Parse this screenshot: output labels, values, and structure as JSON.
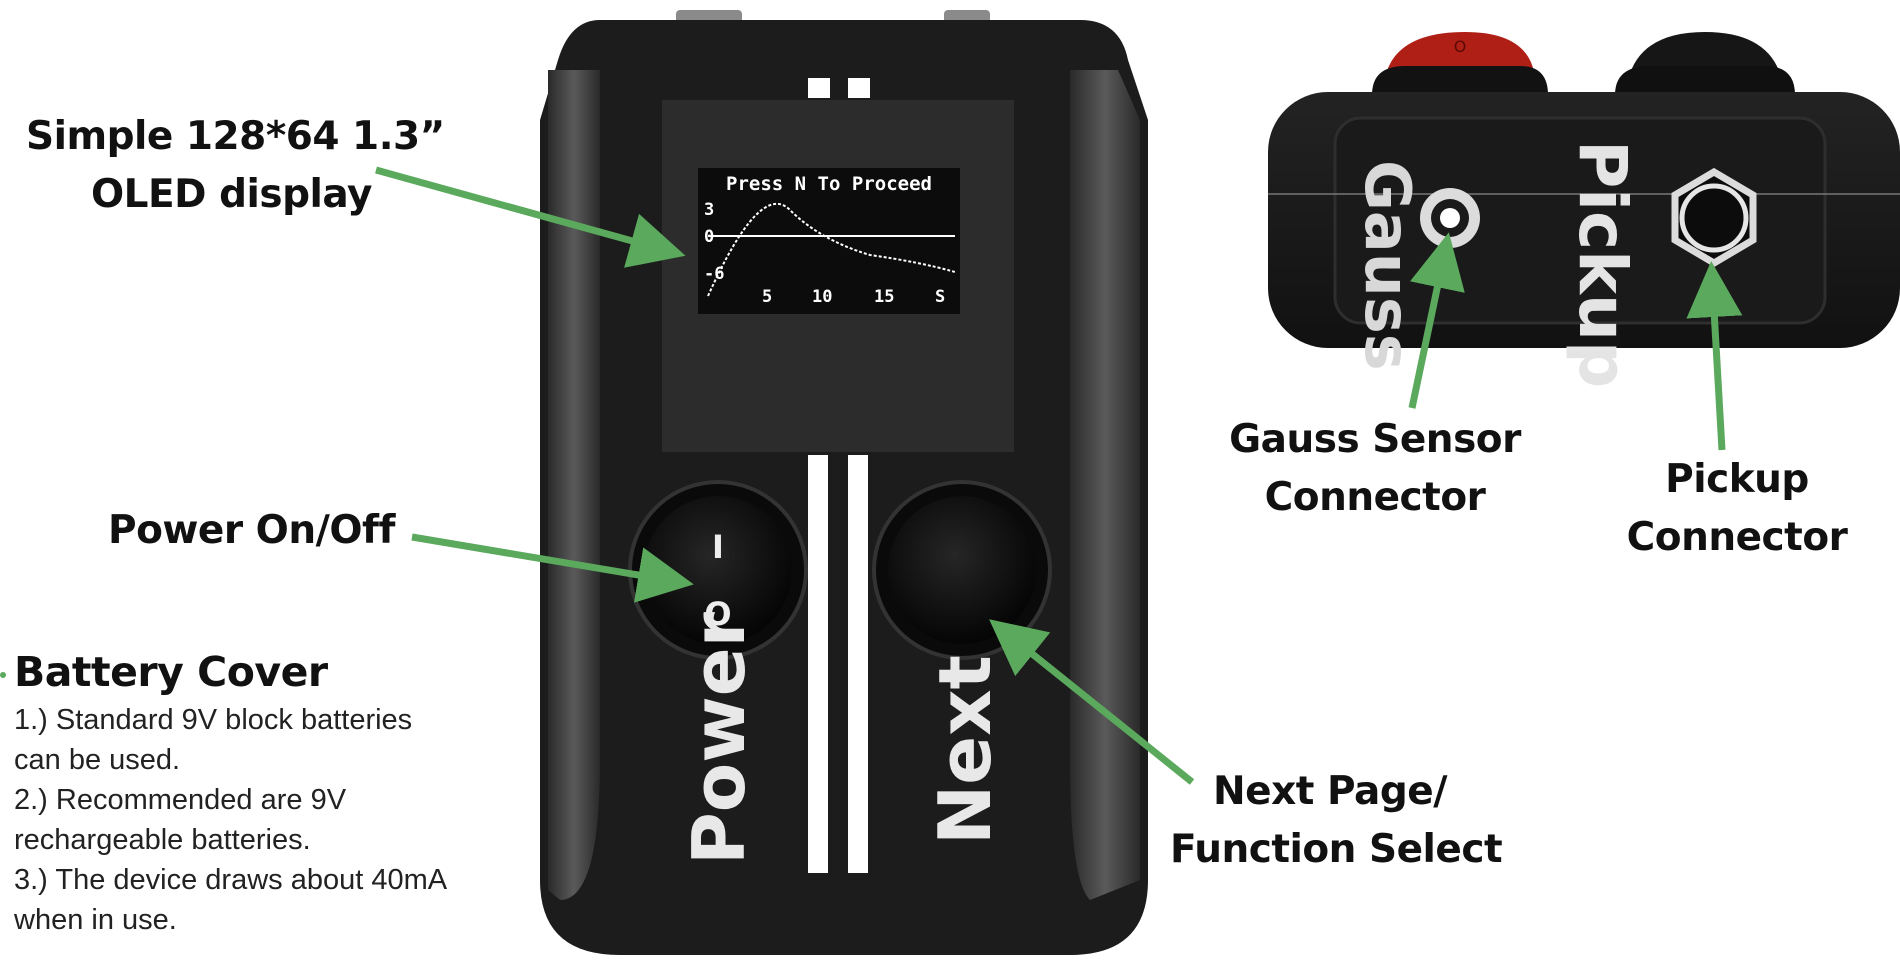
{
  "labels": {
    "oled_display": [
      "Simple 128*64 1.3”",
      "OLED display"
    ],
    "power": "Power On/Off",
    "next": [
      "Next Page/",
      "Function Select"
    ],
    "gauss": [
      "Gauss Sensor",
      "Connector"
    ],
    "pickup": [
      "Pickup",
      "Connector"
    ]
  },
  "battery_cover": {
    "title": "Battery Cover",
    "lines": [
      "1.) Standard 9V block batteries",
      "can be used.",
      "2.) Recommended are 9V",
      "rechargeable batteries.",
      "3.) The device draws about 40mA",
      "when in use."
    ]
  },
  "device": {
    "power_button_text": "Power",
    "next_button_text": "Next",
    "switch_on": "I",
    "switch_off": "O",
    "side_gauss": "Gauss",
    "side_pickup": "Pickup",
    "top_switch_mark": "O"
  },
  "oled": {
    "title": "Press N To Proceed",
    "y_ticks": [
      "3",
      "0",
      "-6"
    ],
    "x_ticks": [
      "5",
      "10",
      "15",
      "S"
    ]
  },
  "colors": {
    "arrow": "#5aa95c",
    "device_body": "#1c1c1c",
    "device_grip": "#3a3a3a",
    "screen": "#0c0c0c",
    "toggle_red": "#b01f15"
  }
}
